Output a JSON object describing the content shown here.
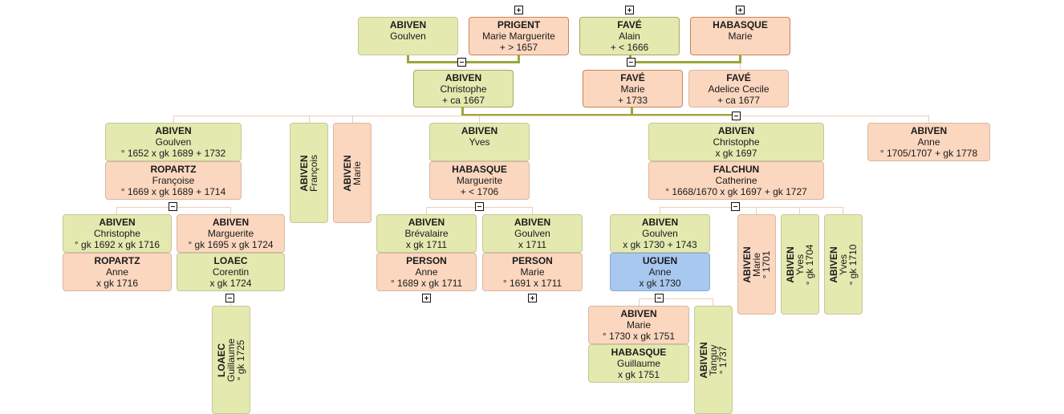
{
  "people": {
    "abiven_goulven_gp": {
      "surname": "ABIVEN",
      "given": "Goulven",
      "dates": ""
    },
    "prigent_marie_marguerite": {
      "surname": "PRIGENT",
      "given": "Marie Marguerite",
      "dates": "+ > 1657"
    },
    "fave_alain": {
      "surname": "FAVÉ",
      "given": "Alain",
      "dates": "+ < 1666"
    },
    "habasque_marie": {
      "surname": "HABASQUE",
      "given": "Marie",
      "dates": ""
    },
    "abiven_christophe_root": {
      "surname": "ABIVEN",
      "given": "Christophe",
      "dates": "+ ca 1667"
    },
    "fave_marie": {
      "surname": "FAVÉ",
      "given": "Marie",
      "dates": "+ 1733"
    },
    "fave_adelice_cecile": {
      "surname": "FAVÉ",
      "given": "Adelice Cecile",
      "dates": "+ ca 1677"
    },
    "abiven_goulven_1652": {
      "surname": "ABIVEN",
      "given": "Goulven",
      "dates": "° 1652   x gk 1689   + 1732"
    },
    "ropartz_francoise": {
      "surname": "ROPARTZ",
      "given": "Françoise",
      "dates": "° 1669   x gk 1689   + 1714"
    },
    "abiven_francois": {
      "surname": "ABIVEN",
      "given": "François",
      "dates": ""
    },
    "abiven_marie_1": {
      "surname": "ABIVEN",
      "given": "Marie",
      "dates": ""
    },
    "abiven_yves": {
      "surname": "ABIVEN",
      "given": "Yves",
      "dates": ""
    },
    "habasque_marguerite": {
      "surname": "HABASQUE",
      "given": "Marguerite",
      "dates": "+ < 1706"
    },
    "abiven_christophe_1697": {
      "surname": "ABIVEN",
      "given": "Christophe",
      "dates": "x gk 1697"
    },
    "falchun_catherine": {
      "surname": "FALCHUN",
      "given": "Catherine",
      "dates": "° 1668/1670   x gk 1697   + gk 1727"
    },
    "abiven_anne": {
      "surname": "ABIVEN",
      "given": "Anne",
      "dates": "° 1705/1707   + gk 1778"
    },
    "abiven_christophe_1692": {
      "surname": "ABIVEN",
      "given": "Christophe",
      "dates": "° gk 1692   x gk 1716"
    },
    "ropartz_anne": {
      "surname": "ROPARTZ",
      "given": "Anne",
      "dates": "x gk 1716"
    },
    "abiven_marguerite": {
      "surname": "ABIVEN",
      "given": "Marguerite",
      "dates": "° gk 1695   x gk 1724"
    },
    "loaec_corentin": {
      "surname": "LOAEC",
      "given": "Corentin",
      "dates": "x gk 1724"
    },
    "loaec_guillaume": {
      "surname": "LOAEC",
      "given": "Guillaume",
      "dates": "° gk 1725"
    },
    "abiven_brevalaire": {
      "surname": "ABIVEN",
      "given": "Brévalaire",
      "dates": "x gk 1711"
    },
    "person_anne": {
      "surname": "PERSON",
      "given": "Anne",
      "dates": "° 1689   x gk 1711"
    },
    "abiven_goulven_1711": {
      "surname": "ABIVEN",
      "given": "Goulven",
      "dates": "x 1711"
    },
    "person_marie": {
      "surname": "PERSON",
      "given": "Marie",
      "dates": "° 1691   x 1711"
    },
    "abiven_goulven_1730": {
      "surname": "ABIVEN",
      "given": "Goulven",
      "dates": "x gk 1730   + 1743"
    },
    "uguen_anne": {
      "surname": "UGUEN",
      "given": "Anne",
      "dates": "x gk 1730"
    },
    "abiven_marie_1701": {
      "surname": "ABIVEN",
      "given": "Marie",
      "dates": "° 1701"
    },
    "abiven_yves_1704": {
      "surname": "ABIVEN",
      "given": "Yves",
      "dates": "° gk 1704"
    },
    "abiven_yves_1710": {
      "surname": "ABIVEN",
      "given": "Yves",
      "dates": "° gk 1710"
    },
    "abiven_marie_1730": {
      "surname": "ABIVEN",
      "given": "Marie",
      "dates": "° 1730   x gk 1751"
    },
    "habasque_guillaume": {
      "surname": "HABASQUE",
      "given": "Guillaume",
      "dates": "x gk 1751"
    },
    "abiven_tanguy": {
      "surname": "ABIVEN",
      "given": "Tanguy",
      "dates": "° 1737"
    }
  },
  "toggles": {
    "expand": "+",
    "collapse": "−"
  },
  "colors": {
    "male": "#e4e9b0",
    "female": "#fbd7bf",
    "selected": "#a8c8f0",
    "couple_line": "#9aa63a",
    "child_line": "#f0cdb8"
  }
}
